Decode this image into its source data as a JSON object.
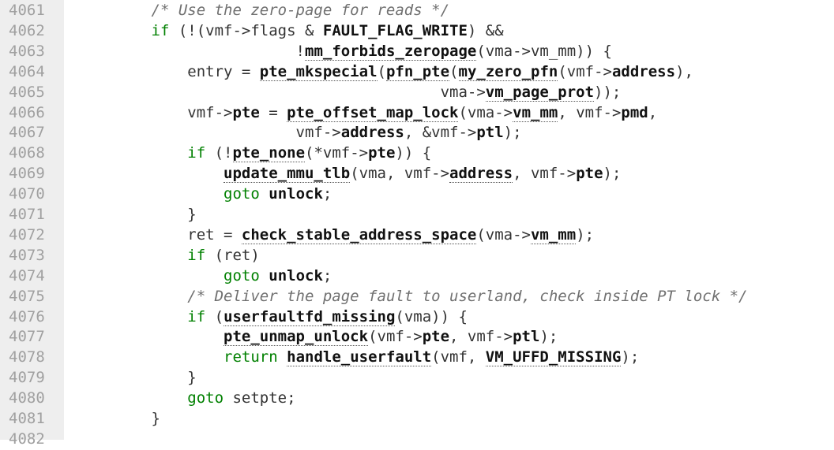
{
  "colors": {
    "background": "#ffffff",
    "gutter": "#eeeeee",
    "line_number": "#a0a0a0",
    "keyword": "#008000",
    "comment": "#707070",
    "text": "#333333"
  },
  "lines": [
    {
      "n": "4061",
      "indent": "        ",
      "tokens": [
        {
          "t": "/* Use the zero-page for reads */",
          "k": "cm"
        }
      ]
    },
    {
      "n": "4062",
      "indent": "        ",
      "tokens": [
        {
          "t": "if",
          "k": "kw"
        },
        {
          "t": " (!(vmf->flags & ",
          "k": "plain"
        },
        {
          "t": "FAULT_FLAG_WRITE",
          "k": "id"
        },
        {
          "t": ") &&",
          "k": "plain"
        }
      ]
    },
    {
      "n": "4063",
      "indent": "                        ",
      "tokens": [
        {
          "t": "!",
          "k": "plain"
        },
        {
          "t": "mm_forbids_zeropage",
          "k": "ref"
        },
        {
          "t": "(vma->vm_mm)) {",
          "k": "plain"
        }
      ]
    },
    {
      "n": "4064",
      "indent": "            ",
      "tokens": [
        {
          "t": "entry = ",
          "k": "plain"
        },
        {
          "t": "pte_mkspecial",
          "k": "ref"
        },
        {
          "t": "(",
          "k": "plain"
        },
        {
          "t": "pfn_pte",
          "k": "ref"
        },
        {
          "t": "(",
          "k": "plain"
        },
        {
          "t": "my_zero_pfn",
          "k": "ref"
        },
        {
          "t": "(vmf->",
          "k": "plain"
        },
        {
          "t": "address",
          "k": "id"
        },
        {
          "t": "),",
          "k": "plain"
        }
      ]
    },
    {
      "n": "4065",
      "indent": "                                        ",
      "tokens": [
        {
          "t": "vma->",
          "k": "plain"
        },
        {
          "t": "vm_page_prot",
          "k": "ref"
        },
        {
          "t": "));",
          "k": "plain"
        }
      ]
    },
    {
      "n": "4066",
      "indent": "            ",
      "tokens": [
        {
          "t": "vmf->",
          "k": "plain"
        },
        {
          "t": "pte",
          "k": "id"
        },
        {
          "t": " = ",
          "k": "plain"
        },
        {
          "t": "pte_offset_map_lock",
          "k": "ref"
        },
        {
          "t": "(vma->",
          "k": "plain"
        },
        {
          "t": "vm_mm",
          "k": "ref"
        },
        {
          "t": ", vmf->",
          "k": "plain"
        },
        {
          "t": "pmd",
          "k": "id"
        },
        {
          "t": ",",
          "k": "plain"
        }
      ]
    },
    {
      "n": "4067",
      "indent": "                        ",
      "tokens": [
        {
          "t": "vmf->",
          "k": "plain"
        },
        {
          "t": "address",
          "k": "id"
        },
        {
          "t": ", &vmf->",
          "k": "plain"
        },
        {
          "t": "ptl",
          "k": "id"
        },
        {
          "t": ");",
          "k": "plain"
        }
      ]
    },
    {
      "n": "4068",
      "indent": "            ",
      "tokens": [
        {
          "t": "if",
          "k": "kw"
        },
        {
          "t": " (!",
          "k": "plain"
        },
        {
          "t": "pte_none",
          "k": "ref"
        },
        {
          "t": "(*vmf->",
          "k": "plain"
        },
        {
          "t": "pte",
          "k": "id"
        },
        {
          "t": ")) {",
          "k": "plain"
        }
      ]
    },
    {
      "n": "4069",
      "indent": "                ",
      "tokens": [
        {
          "t": "update_mmu_tlb",
          "k": "ref"
        },
        {
          "t": "(vma, vmf->",
          "k": "plain"
        },
        {
          "t": "address",
          "k": "ref"
        },
        {
          "t": ", vmf->",
          "k": "plain"
        },
        {
          "t": "pte",
          "k": "id"
        },
        {
          "t": ");",
          "k": "plain"
        }
      ]
    },
    {
      "n": "4070",
      "indent": "                ",
      "tokens": [
        {
          "t": "goto",
          "k": "kw"
        },
        {
          "t": " ",
          "k": "plain"
        },
        {
          "t": "unlock",
          "k": "id"
        },
        {
          "t": ";",
          "k": "plain"
        }
      ]
    },
    {
      "n": "4071",
      "indent": "            ",
      "tokens": [
        {
          "t": "}",
          "k": "plain"
        }
      ]
    },
    {
      "n": "4072",
      "indent": "            ",
      "tokens": [
        {
          "t": "ret = ",
          "k": "plain"
        },
        {
          "t": "check_stable_address_space",
          "k": "ref"
        },
        {
          "t": "(vma->",
          "k": "plain"
        },
        {
          "t": "vm_mm",
          "k": "ref"
        },
        {
          "t": ");",
          "k": "plain"
        }
      ]
    },
    {
      "n": "4073",
      "indent": "            ",
      "tokens": [
        {
          "t": "if",
          "k": "kw"
        },
        {
          "t": " (ret)",
          "k": "plain"
        }
      ]
    },
    {
      "n": "4074",
      "indent": "                ",
      "tokens": [
        {
          "t": "goto",
          "k": "kw"
        },
        {
          "t": " ",
          "k": "plain"
        },
        {
          "t": "unlock",
          "k": "id"
        },
        {
          "t": ";",
          "k": "plain"
        }
      ]
    },
    {
      "n": "4075",
      "indent": "            ",
      "tokens": [
        {
          "t": "/* Deliver the page fault to userland, check inside PT lock */",
          "k": "cm"
        }
      ]
    },
    {
      "n": "4076",
      "indent": "            ",
      "tokens": [
        {
          "t": "if",
          "k": "kw"
        },
        {
          "t": " (",
          "k": "plain"
        },
        {
          "t": "userfaultfd_missing",
          "k": "ref"
        },
        {
          "t": "(vma)) {",
          "k": "plain"
        }
      ]
    },
    {
      "n": "4077",
      "indent": "                ",
      "tokens": [
        {
          "t": "pte_unmap_unlock",
          "k": "ref"
        },
        {
          "t": "(vmf->",
          "k": "plain"
        },
        {
          "t": "pte",
          "k": "id"
        },
        {
          "t": ", vmf->",
          "k": "plain"
        },
        {
          "t": "ptl",
          "k": "id"
        },
        {
          "t": ");",
          "k": "plain"
        }
      ]
    },
    {
      "n": "4078",
      "indent": "                ",
      "tokens": [
        {
          "t": "return",
          "k": "kw"
        },
        {
          "t": " ",
          "k": "plain"
        },
        {
          "t": "handle_userfault",
          "k": "ref"
        },
        {
          "t": "(vmf, ",
          "k": "plain"
        },
        {
          "t": "VM_UFFD_MISSING",
          "k": "ref"
        },
        {
          "t": ");",
          "k": "plain"
        }
      ]
    },
    {
      "n": "4079",
      "indent": "            ",
      "tokens": [
        {
          "t": "}",
          "k": "plain"
        }
      ]
    },
    {
      "n": "4080",
      "indent": "            ",
      "tokens": [
        {
          "t": "goto",
          "k": "kw"
        },
        {
          "t": " setpte;",
          "k": "plain"
        }
      ]
    },
    {
      "n": "4081",
      "indent": "        ",
      "tokens": [
        {
          "t": "}",
          "k": "plain"
        }
      ]
    },
    {
      "n": "4082",
      "indent": "",
      "tokens": []
    }
  ]
}
